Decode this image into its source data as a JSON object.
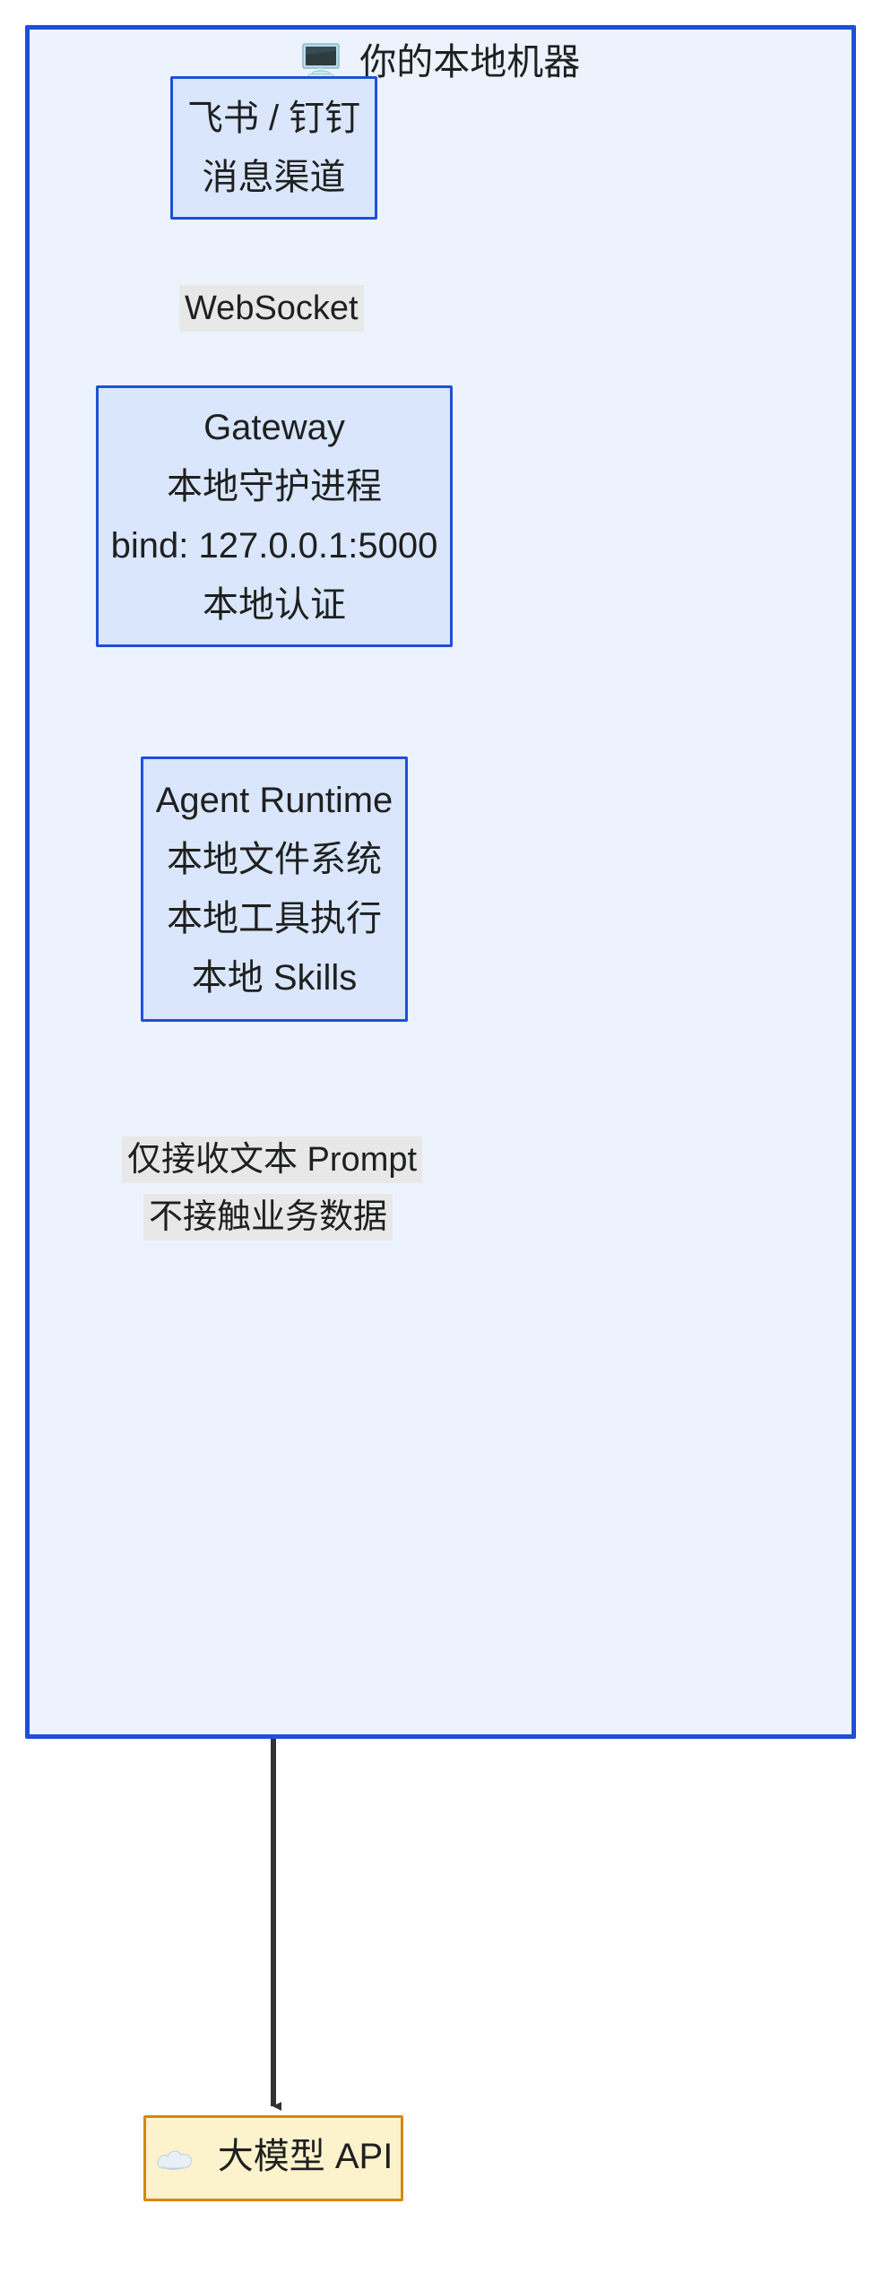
{
  "diagram": {
    "type": "flowchart",
    "direction": "top-down",
    "container": {
      "label": "你的本地机器",
      "icon": "desktop-computer-icon",
      "border_color": "#1f4fd8",
      "fill_color": "#ecf3fd"
    },
    "nodes": [
      {
        "id": "chat",
        "lines": [
          "飞书 / 钉钉",
          "消息渠道"
        ],
        "fill_color": "#d9e6fb",
        "border_color": "#1f4fd8"
      },
      {
        "id": "gateway",
        "lines": [
          "Gateway",
          "本地守护进程",
          "bind: 127.0.0.1:5000",
          "本地认证"
        ],
        "fill_color": "#d9e6fb",
        "border_color": "#1f4fd8"
      },
      {
        "id": "runtime",
        "lines": [
          "Agent Runtime",
          "本地文件系统",
          "本地工具执行",
          "本地 Skills"
        ],
        "fill_color": "#d9e6fb",
        "border_color": "#1f4fd8"
      },
      {
        "id": "llm",
        "icon": "cloud-icon",
        "lines": [
          "大模型 API"
        ],
        "fill_color": "#fcf3cd",
        "border_color": "#d9860b"
      }
    ],
    "edges": [
      {
        "from": "chat",
        "to": "gateway",
        "label": "WebSocket",
        "arrow": "both",
        "label_bg": "#e8e8e8"
      },
      {
        "from": "gateway",
        "to": "runtime",
        "label": "",
        "arrow": "down"
      },
      {
        "from": "runtime",
        "to": "llm",
        "label_line1": "仅接收文本 Prompt",
        "label_line2": "不接触业务数据",
        "arrow": "down",
        "label_bg": "#e8e8e8"
      }
    ]
  },
  "labels": {
    "container_title": "你的本地机器",
    "chat_l1": "飞书 / 钉钉",
    "chat_l2": "消息渠道",
    "websocket": "WebSocket",
    "gateway_l1": "Gateway",
    "gateway_l2": "本地守护进程",
    "gateway_l3": "bind: 127.0.0.1:5000",
    "gateway_l4": "本地认证",
    "runtime_l1": "Agent Runtime",
    "runtime_l2": "本地文件系统",
    "runtime_l3": "本地工具执行",
    "runtime_l4": "本地 Skills",
    "prompt_only": "仅接收文本 Prompt",
    "no_business_data": "不接触业务数据",
    "llm_api": "大模型 API"
  }
}
